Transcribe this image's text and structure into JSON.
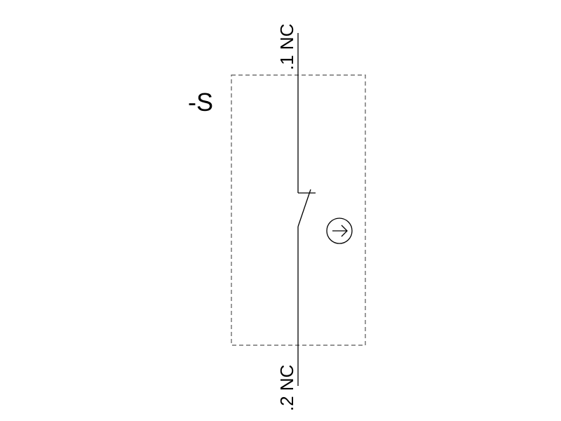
{
  "device_label": "-S",
  "terminal_top": ".1 NC",
  "terminal_bottom": ".2 NC",
  "icons": {
    "actuator": "circle-arrow-right-icon",
    "contact": "normally-closed-contact-icon"
  },
  "colors": {
    "line": "#000000",
    "enclosure": "#555555"
  }
}
